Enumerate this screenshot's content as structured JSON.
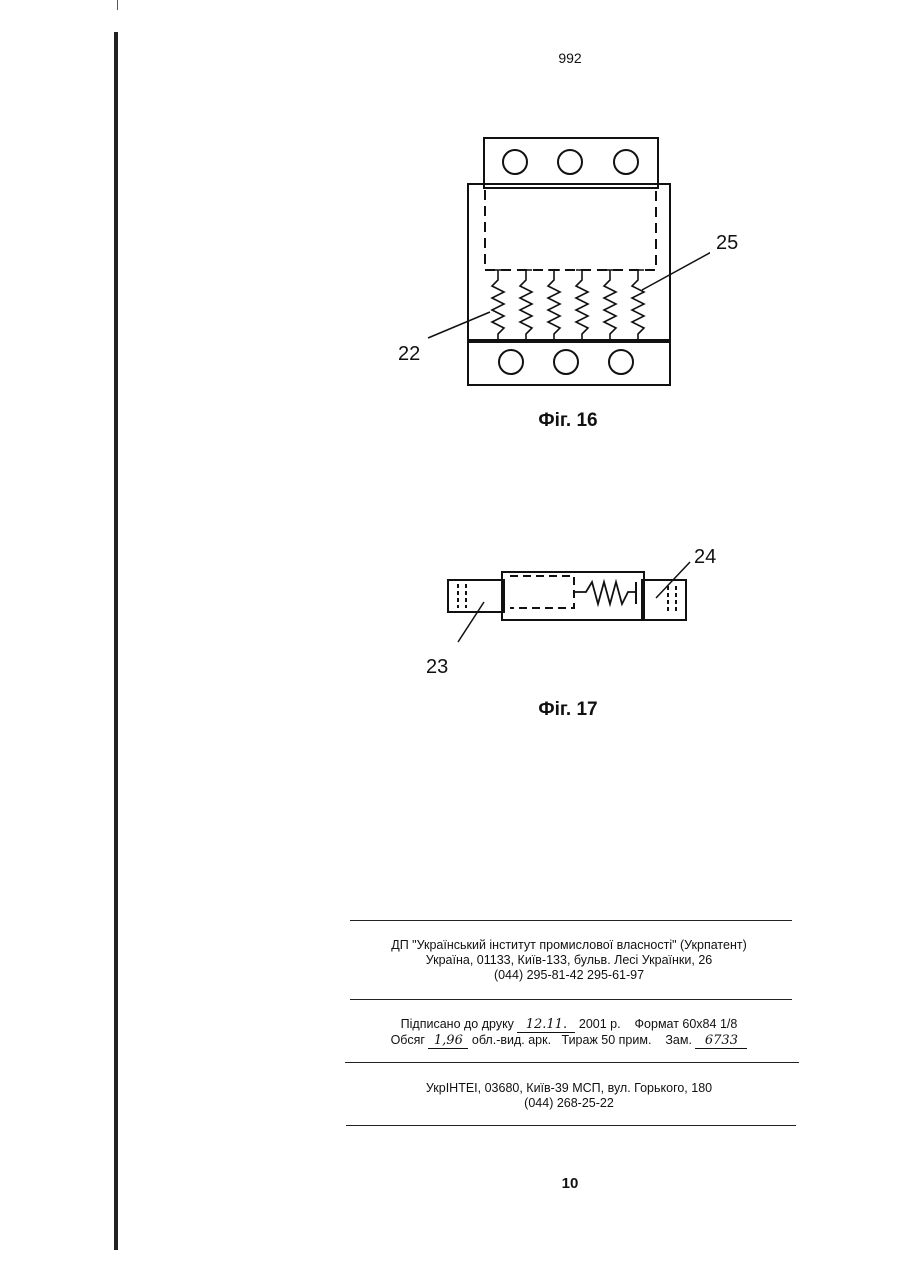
{
  "header": {
    "page_code": "992"
  },
  "figure16": {
    "caption": "Фіг. 16",
    "ref_22": "22",
    "ref_25": "25"
  },
  "figure17": {
    "caption": "Фіг. 17",
    "ref_23": "23",
    "ref_24": "24"
  },
  "colophon": {
    "publisher_line1": "ДП \"Український інститут промислової власності\" (Укрпатент)",
    "publisher_line2": "Україна, 01133, Київ-133, бульв. Лесі Українки, 26",
    "publisher_line3": "(044) 295-81-42 295-61-97",
    "signed_label": "Підписано до друку",
    "signed_date": "12.11.",
    "signed_year": "2001 р.",
    "format_label": "Формат 60х84 1/8",
    "volume_label": "Обсяг",
    "volume_value": "1,96",
    "volume_unit": "обл.-вид. арк.",
    "print_run": "Тираж 50 прим.",
    "order_label": "Зам.",
    "order_value": "6733",
    "printer_line1": "УкрІНТЕІ, 03680, Київ-39 МСП, вул. Горького, 180",
    "printer_line2": "(044) 268-25-22"
  },
  "footer": {
    "page_number": "10"
  }
}
